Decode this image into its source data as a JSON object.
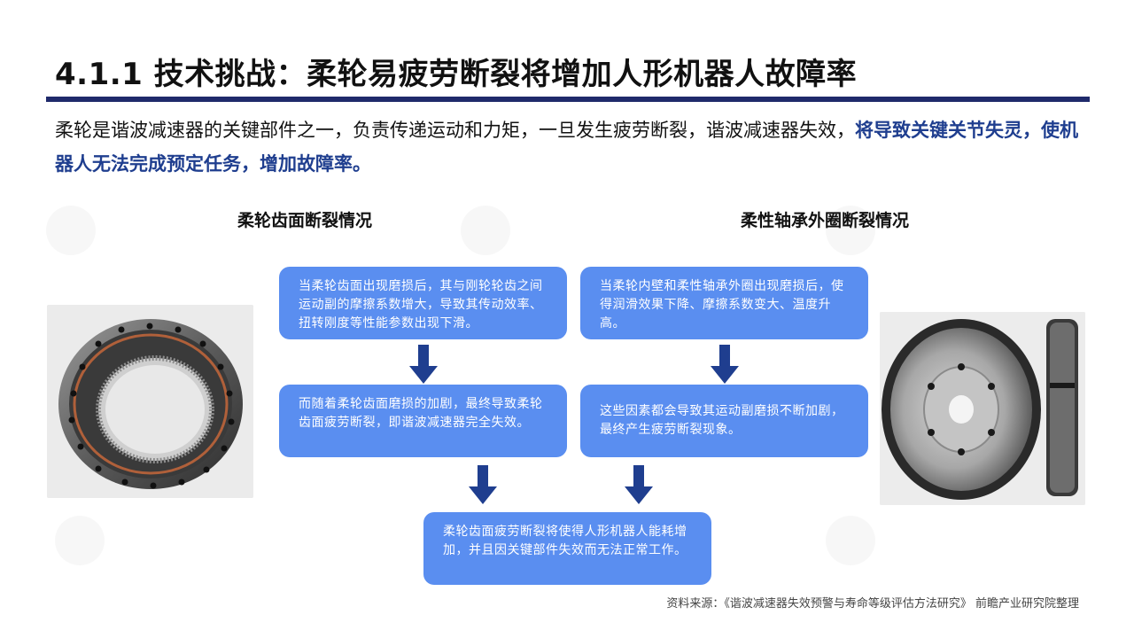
{
  "title": "4.1.1 技术挑战：柔轮易疲劳断裂将增加人形机器人故障率",
  "intro": {
    "normal": "柔轮是谐波减速器的关键部件之一，负责传递运动和力矩，一旦发生疲劳断裂，谐波减速器失效，",
    "highlight": "将导致关键关节失灵，使机器人无法完成预定任务，增加故障率。"
  },
  "left_section": {
    "heading": "柔轮齿面断裂情况",
    "box1": "当柔轮齿面出现磨损后，其与刚轮轮齿之间运动副的摩擦系数增大，导致其传动效率、扭转刚度等性能参数出现下滑。",
    "box2": "而随着柔轮齿面磨损的加剧，最终导致柔轮齿面疲劳断裂，即谐波减速器完全失效。"
  },
  "right_section": {
    "heading": "柔性轴承外圈断裂情况",
    "box1": "当柔轮内壁和柔性轴承外圈出现磨损后，使得润滑效果下降、摩擦系数变大、温度升高。",
    "box2": "这些因素都会导致其运动副磨损不断加剧，最终产生疲劳断裂现象。"
  },
  "conclusion": "柔轮齿面疲劳断裂将使得人形机器人能耗增加，并且因关键部件失效而无法正常工作。",
  "source": "资料来源：《谐波减速器失效预警与寿命等级评估方法研究》 前瞻产业研究院整理",
  "colors": {
    "accent": "#1f2a6b",
    "highlight_text": "#1f3e8f",
    "box": "#5a8ef0",
    "arrow": "#1f3e8f"
  }
}
